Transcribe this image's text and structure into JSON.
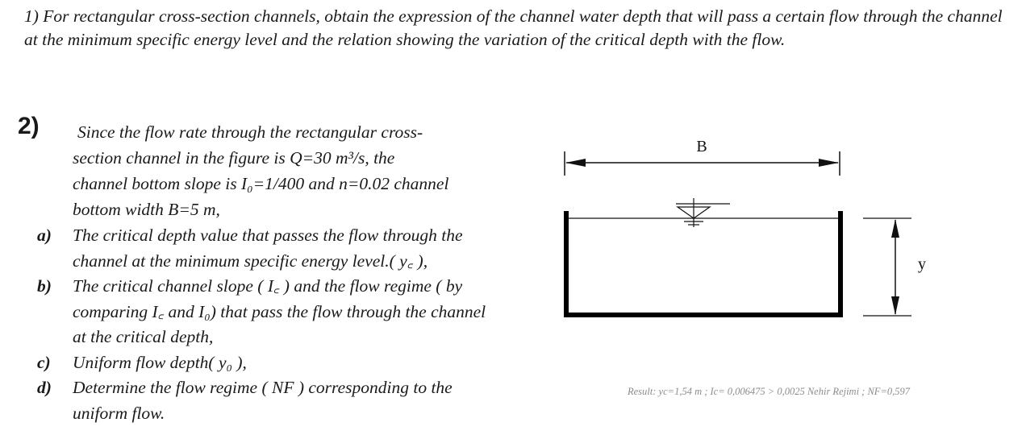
{
  "question1": {
    "text": "1) For rectangular cross-section channels, obtain the expression of the channel water depth that will pass a certain flow through the channel at the minimum specific energy level and the relation showing the variation of the critical depth with the flow."
  },
  "question2": {
    "number": "2)",
    "intro_line1": "Since the flow rate through the rectangular cross-",
    "intro_line2": "section channel in the figure is Q=30 m³/s,   the",
    "intro_line3": "channel bottom slope is I₀=1/400 and n=0.02 channel",
    "intro_line4": "bottom width B=5 m,",
    "items": [
      {
        "label": "a)",
        "text": "The critical depth value that passes the flow through the channel at the minimum specific energy level.( y꜀ ),"
      },
      {
        "label": "b)",
        "text": "The critical channel slope ( I꜀ ) and the flow regime ( by comparing I꜀  and I₀) that pass the flow through the channel at the critical depth,"
      },
      {
        "label": "c)",
        "text": "Uniform flow depth( y₀ ),"
      },
      {
        "label": "d)",
        "text": "Determine the flow regime ( NF ) corresponding to the uniform flow."
      }
    ]
  },
  "diagram": {
    "width_label": "B",
    "depth_label": "y"
  },
  "result": {
    "text": "Result:  yc=1,54 m ;  Ic= 0,006475 > 0,0025  Nehir Rejimi  ; NF=0,597"
  }
}
